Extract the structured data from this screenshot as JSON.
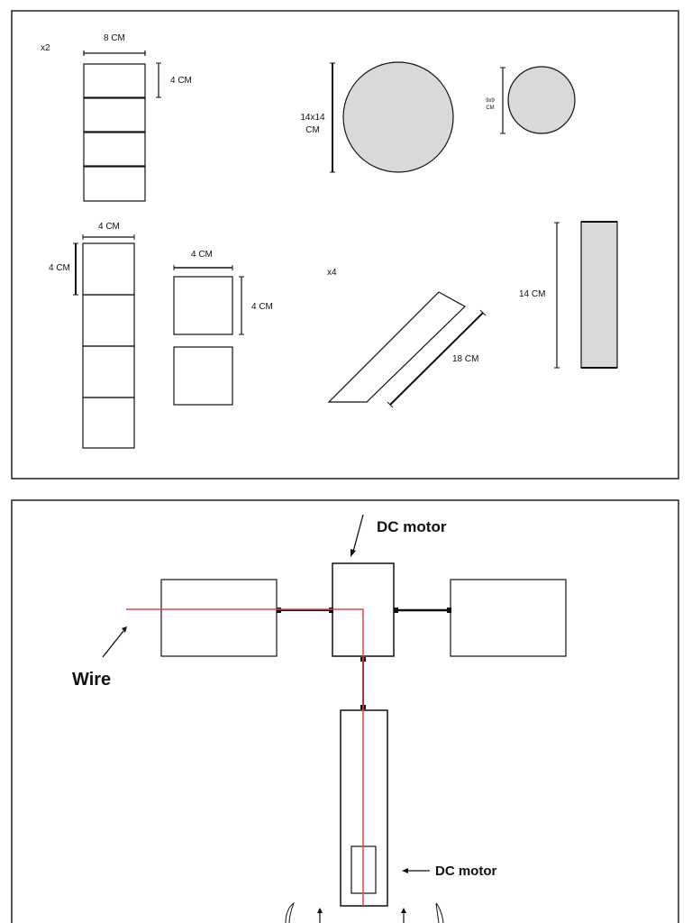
{
  "parts_panel": {
    "multiplier_a": "x2",
    "multiplier_b": "x4",
    "dim_8cm": "8 CM",
    "dim_4cm_a": "4 CM",
    "dim_4cm_b": "4 CM",
    "dim_4cm_c": "4 CM",
    "dim_4cm_d": "4 CM",
    "dim_4cm_e": "4 CM",
    "dim_14x14_l1": "14x14",
    "dim_14x14_l2": "CM",
    "dim_9x9_l1": "9x9",
    "dim_9x9_l2": "CM",
    "dim_18cm": "18 CM",
    "dim_14cm": "14 CM",
    "colors": {
      "fill_gray": "#d9d9d9",
      "stroke": "#111111"
    }
  },
  "assembly_panel": {
    "motor_label_top": "DC motor",
    "wire_label": "Wire",
    "motor_label_bottom": "DC motor",
    "colors": {
      "wire": "#e8453c",
      "stroke": "#111111"
    }
  }
}
